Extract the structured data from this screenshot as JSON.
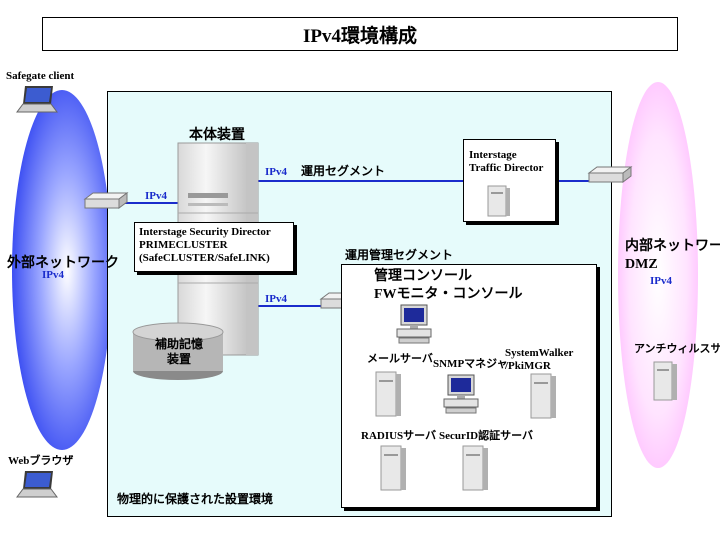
{
  "title": "IPv4環境構成",
  "zone_label": "物理的に保護された設置環境",
  "external_network": {
    "label": "外部ネットワーク",
    "protocol": "IPv4"
  },
  "internal_network": {
    "label": "内部ネットワーク",
    "label2": "DMZ",
    "protocol": "IPv4"
  },
  "safegate_client": "Safegate client",
  "web_browser": "Webブラウザ",
  "main_unit": "本体装置",
  "main_unit_software": [
    "Interstage Security Director",
    "PRIMECLUSTER",
    "(SafeCLUSTER/SafeLINK)"
  ],
  "storage": [
    "補助記憶",
    "装置"
  ],
  "segment_operation": "運用セグメント",
  "segment_management": "運用管理セグメント",
  "links": {
    "external": "IPv4",
    "operation": "IPv4",
    "management": "IPv4"
  },
  "traffic_director": [
    "Interstage",
    "Traffic Director"
  ],
  "management_console": [
    "管理コンソール",
    "FWモニタ・コンソール"
  ],
  "mail_server": "メールサーバ",
  "snmp_manager": "SNMPマネジャ",
  "systemwalker": [
    "SystemWalker",
    "/PkiMGR"
  ],
  "radius_server": "RADIUSサーバ",
  "securid_server": "SecurID認証サーバ",
  "antivirus_server": "アンチウィルスサーバ",
  "colors": {
    "external_oval": "#2b3ff0",
    "internal_oval": "#ffd0ff",
    "zone_bg": "#e6fbfb",
    "ipv4_text": "#1a2ccc",
    "link_line": "#1a2ccc"
  }
}
